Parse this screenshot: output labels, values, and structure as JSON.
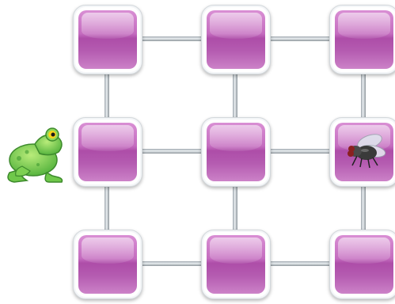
{
  "board": {
    "rows": 3,
    "cols": 3,
    "tile_color": "#c46cbf",
    "frame_color": "#ffffff",
    "connector_color": "#b8bfc4"
  },
  "frog": {
    "icon": "frog-icon",
    "row": 1,
    "side": "left"
  },
  "fly": {
    "icon": "fly-icon",
    "row": 1,
    "col": 2
  }
}
